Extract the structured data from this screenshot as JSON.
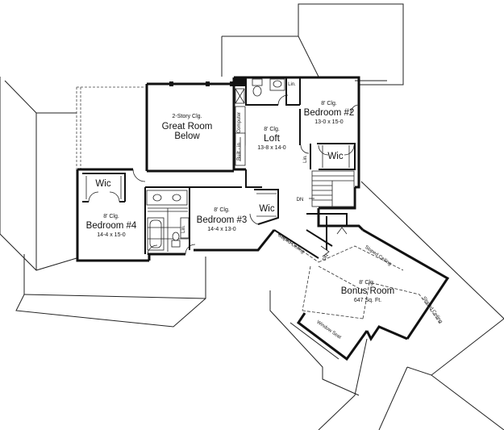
{
  "great_room": {
    "ceiling": "2-Story Clg.",
    "name_line1": "Great Room",
    "name_line2": "Below"
  },
  "loft": {
    "ceiling": "8' Clg.",
    "name": "Loft",
    "size": "13-8 x 14-0",
    "computer_label": "Computer",
    "builtin_label": "Built - in"
  },
  "bedroom2": {
    "ceiling": "8' Clg.",
    "name": "Bedroom #2",
    "size": "13-0 x 15-0",
    "closet": "Wic",
    "linen": "Lin."
  },
  "bedroom3": {
    "ceiling": "8' Clg.",
    "name": "Bedroom #3",
    "size": "14-4 x 13-0",
    "closet": "Wic"
  },
  "bedroom4": {
    "ceiling": "8' Clg.",
    "name": "Bedroom #4",
    "size": "14-4 x 15-0",
    "closet": "Wic"
  },
  "bath": {
    "linen": "Lin."
  },
  "stair": {
    "linen": "Lin.",
    "down": "DN"
  },
  "bonus_room": {
    "ceiling": "8' Clg.",
    "name": "Bonus Room",
    "size": "647 Sq. Ft.",
    "sloped_1": "Sloped Ceiling",
    "sloped_2": "Sloped Ceiling",
    "sloped_3": "Sloped Ceiling",
    "window_seat": "Window Seat",
    "dn": "DN"
  }
}
